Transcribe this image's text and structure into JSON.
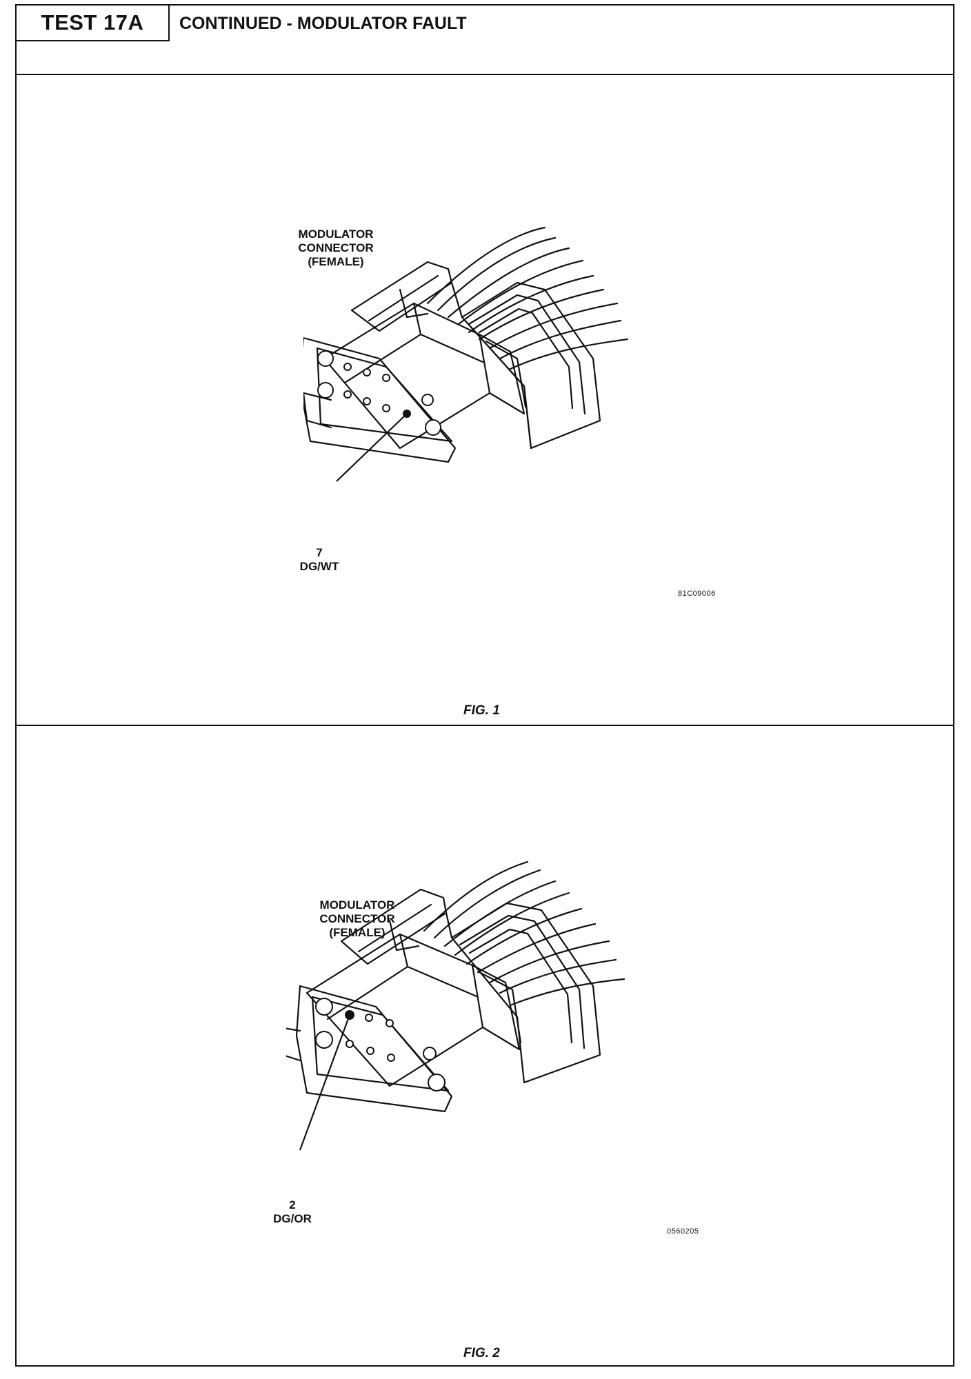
{
  "header": {
    "test_id": "TEST 17A",
    "title": "CONTINUED - MODULATOR FAULT"
  },
  "figures": [
    {
      "caption": "FIG. 1",
      "connector_label": [
        "MODULATOR",
        "CONNECTOR",
        "(FEMALE)"
      ],
      "pin_number": "7",
      "wire_color": "DG/WT",
      "image_code": "81C09006"
    },
    {
      "caption": "FIG. 2",
      "connector_label": [
        "MODULATOR",
        "CONNECTOR",
        "(FEMALE)"
      ],
      "pin_number": "2",
      "wire_color": "DG/OR",
      "image_code": "0560205"
    }
  ]
}
